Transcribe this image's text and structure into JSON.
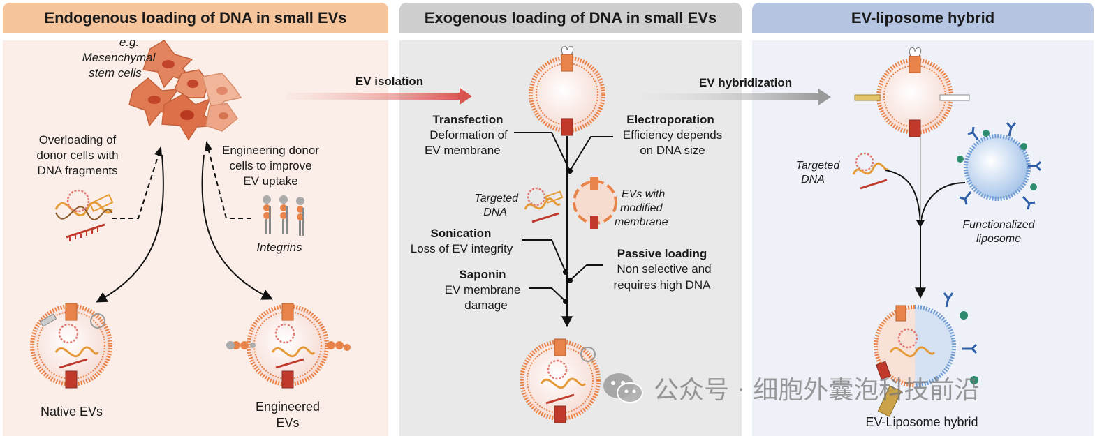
{
  "colors": {
    "endo_bg": "#fbeee8",
    "endo_hdr": "#f6c59c",
    "exo_bg": "#e9e9e9",
    "exo_hdr": "#cfcfcf",
    "hyb_bg": "#eef2f8",
    "hyb_hdr": "#b6c5e2",
    "orange": "#e8834a",
    "red": "#c0392b"
  },
  "panels": {
    "endogenous": {
      "title": "Endogenous loading of DNA in small EVs",
      "cell_source": [
        "e.g.",
        "Mesenchymal",
        "stem cells"
      ],
      "overloading": [
        "Overloading of",
        "donor cells with",
        "DNA fragments"
      ],
      "engineering": [
        "Engineering donor",
        "cells to improve",
        "EV uptake"
      ],
      "integrins": "Integrins",
      "native": "Native EVs",
      "engineered": [
        "Engineered",
        "EVs"
      ]
    },
    "exogenous": {
      "title": "Exogenous loading of DNA in small EVs",
      "isolation_arrow": "EV isolation",
      "transfection": {
        "title": "Transfection",
        "desc": [
          "Deformation of",
          "EV membrane"
        ]
      },
      "electroporation": {
        "title": "Electroporation",
        "desc": [
          "Efficiency depends",
          "on DNA size"
        ]
      },
      "targeted_dna": [
        "Targeted",
        "DNA"
      ],
      "modified": [
        "EVs with",
        "modified",
        "membrane"
      ],
      "sonication": {
        "title": "Sonication",
        "desc": [
          "Loss of EV integrity"
        ]
      },
      "passive": {
        "title": "Passive loading",
        "desc": [
          "Non selective and",
          "requires high DNA"
        ]
      },
      "saponin": {
        "title": "Saponin",
        "desc": [
          "EV membrane",
          "damage"
        ]
      }
    },
    "hybrid": {
      "title": "EV-liposome hybrid",
      "hybridization_arrow": "EV hybridization",
      "targeted_dna": [
        "Targeted",
        "DNA"
      ],
      "functionalized": [
        "Functionalized",
        "liposome"
      ],
      "result": "EV-Liposome hybrid"
    }
  },
  "watermark": "公众号 · 细胞外囊泡科技前沿"
}
